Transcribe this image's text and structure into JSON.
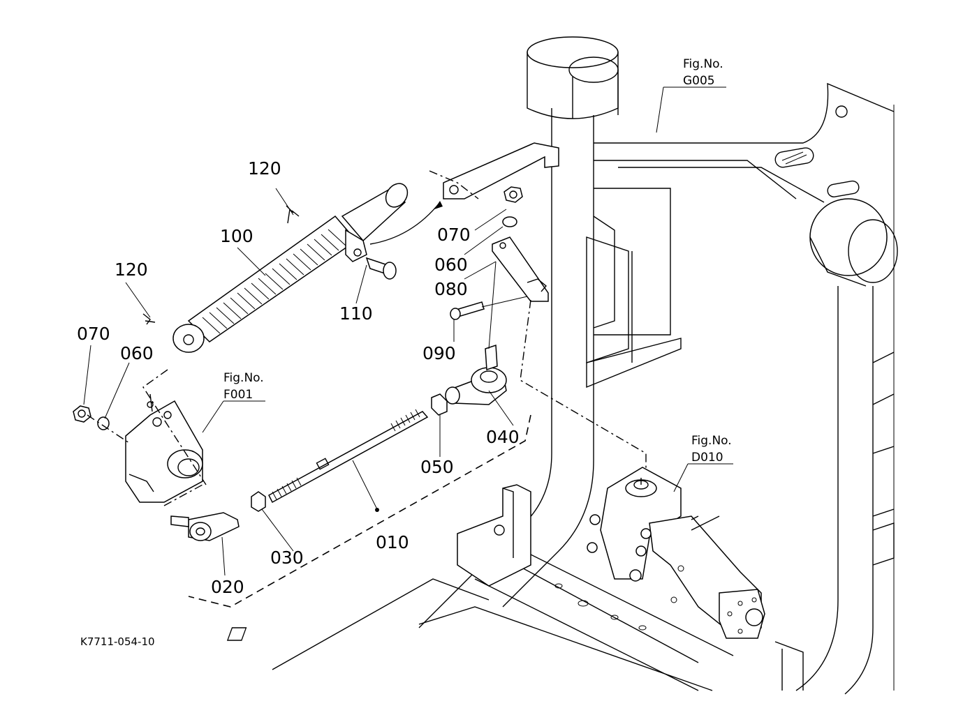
{
  "diagram": {
    "callouts": {
      "p010": "010",
      "p020": "020",
      "p030": "030",
      "p040": "040",
      "p050": "050",
      "p060_left": "060",
      "p060_right": "060",
      "p070_left": "070",
      "p070_right": "070",
      "p080": "080",
      "p090": "090",
      "p100": "100",
      "p110": "110",
      "p120_top": "120",
      "p120_left": "120"
    },
    "figure_refs": {
      "g005": {
        "label": "Fig.No.",
        "number": "G005"
      },
      "f001": {
        "label": "Fig.No.",
        "number": "F001"
      },
      "d010": {
        "label": "Fig.No.",
        "number": "D010"
      }
    },
    "drawing_code": "K7711-054-10"
  }
}
